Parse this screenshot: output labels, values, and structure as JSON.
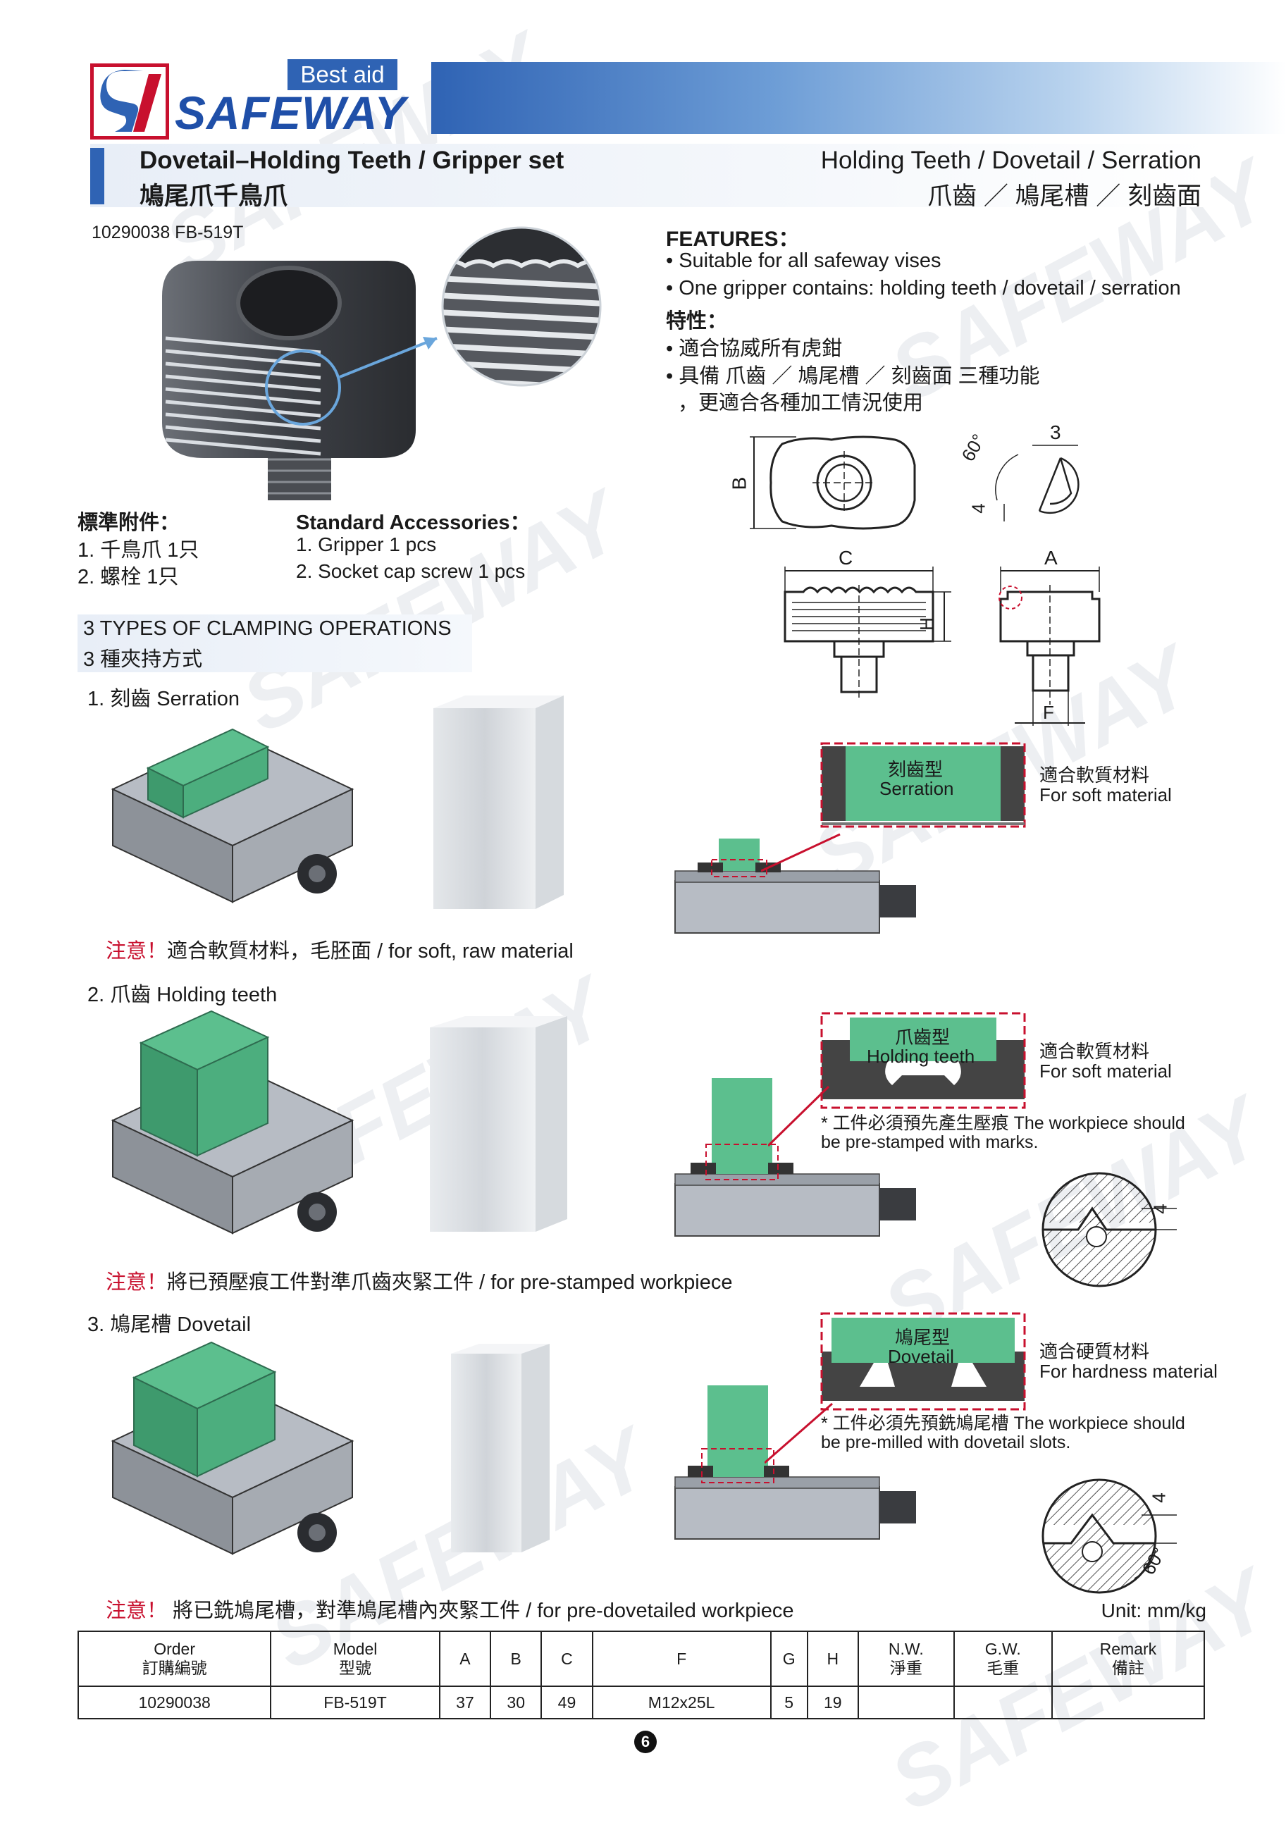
{
  "brand": {
    "tagline": "Best aid",
    "name": "SAFEWAY"
  },
  "watermark": "SAFEWAY",
  "title": {
    "en": "Dovetail–Holding Teeth / Gripper set",
    "zh": "鳩尾爪千鳥爪"
  },
  "subtitle": {
    "en": "Holding Teeth / Dovetail / Serration",
    "zh": "爪齒 ／ 鳩尾槽 ／ 刻齒面"
  },
  "product_code": "10290038 FB-519T",
  "features": {
    "heading_en": "FEATURES：",
    "items_en": [
      "• Suitable for all safeway vises",
      "• One gripper contains: holding teeth / dovetail / serration"
    ],
    "heading_zh": "特性：",
    "items_zh": [
      "• 適合協威所有虎鉗",
      "• 具備 爪齒 ／ 鳩尾槽 ／ 刻齒面 三種功能",
      "，更適合各種加工情況使用"
    ]
  },
  "accessories": {
    "heading_zh": "標準附件：",
    "items_zh": [
      "1. 千鳥爪 1只",
      "2. 螺栓 1只"
    ],
    "heading_en": "Standard Accessories：",
    "items_en": [
      "1. Gripper 1 pcs",
      "2. Socket cap screw 1 pcs"
    ]
  },
  "dims": {
    "a": "A",
    "b": "B",
    "c": "C",
    "h": "H",
    "f": "F",
    "three": "3",
    "four": "4",
    "angle": "60°"
  },
  "operations": {
    "heading_en": "3 TYPES OF CLAMPING OPERATIONS",
    "heading_zh": "3 種夾持方式",
    "items": [
      {
        "label": "1. 刻齒 Serration",
        "type_zh": "刻齒型",
        "type_en": "Serration",
        "suit_zh": "適合軟質材料",
        "suit_en": "For soft material",
        "note_red": "注意！",
        "note": "適合軟質材料，毛胚面 / for soft, raw material"
      },
      {
        "label": "2. 爪齒 Holding teeth",
        "type_zh": "爪齒型",
        "type_en": "Holding teeth",
        "suit_zh": "適合軟質材料",
        "suit_en": "For soft material",
        "star": "* 工件必須預先產生壓痕  The workpiece should",
        "star2": "be pre-stamped with marks.",
        "note_red": "注意！",
        "note": "將已預壓痕工件對準爪齒夾緊工件 / for pre-stamped workpiece"
      },
      {
        "label": "3. 鳩尾槽 Dovetail",
        "type_zh": "鳩尾型",
        "type_en": "Dovetail",
        "suit_zh": "適合硬質材料",
        "suit_en": "For hardness material",
        "star": "* 工件必須先預銑鳩尾槽  The workpiece should",
        "star2": "be pre-milled with dovetail slots.",
        "note_red": "注意！",
        "note": " 將已銑鳩尾槽，對準鳩尾槽內夾緊工件 / for pre-dovetailed workpiece"
      }
    ]
  },
  "unit": "Unit: mm/kg",
  "table": {
    "headers": [
      [
        "Order",
        "訂購編號"
      ],
      [
        "Model",
        "型號"
      ],
      [
        "A",
        ""
      ],
      [
        "B",
        ""
      ],
      [
        "C",
        ""
      ],
      [
        "F",
        ""
      ],
      [
        "G",
        ""
      ],
      [
        "H",
        ""
      ],
      [
        "N.W.",
        "淨重"
      ],
      [
        "G.W.",
        "毛重"
      ],
      [
        "Remark",
        "備註"
      ]
    ],
    "row": [
      "10290038",
      "FB-519T",
      "37",
      "30",
      "49",
      "M12x25L",
      "5",
      "19",
      "",
      "",
      ""
    ]
  },
  "page_number": "6",
  "colors": {
    "brand_blue": "#2f63b4",
    "brand_red": "#c8102e",
    "jaw_green": "#5cbf8e"
  }
}
